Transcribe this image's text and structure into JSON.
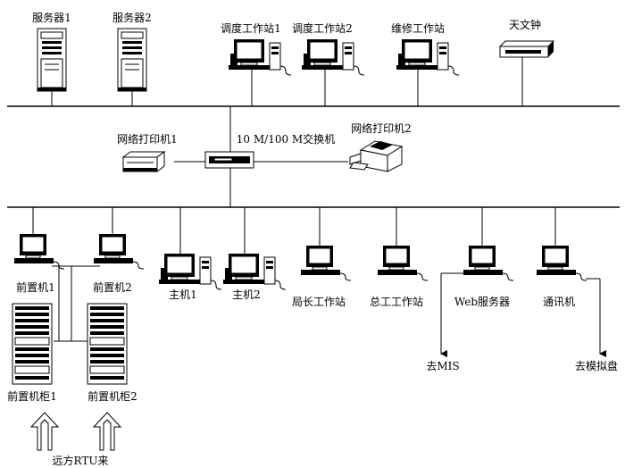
{
  "top_devices": {
    "server1": "服务器1",
    "server2": "服务器2",
    "dispatch1": "调度工作站1",
    "dispatch2": "调度工作站2",
    "maintenance": "维修工作站",
    "clock": "天文钟"
  },
  "middle_devices": {
    "printer1": "网络打印机1",
    "printer2": "网络打印机2",
    "switch": "10 M/100 M交换机"
  },
  "bottom_devices": {
    "fep1": "前置机1",
    "fep2": "前置机2",
    "host1": "主机1",
    "host2": "主机2",
    "director": "局长工作站",
    "chief_engineer": "总工工作站",
    "web_server": "Web服务器",
    "comm": "通讯机",
    "cabinet1": "前置机柜1",
    "cabinet2": "前置机柜2"
  },
  "outputs": {
    "mis": "去MIS",
    "mimic": "去模拟盘",
    "rtu": "远方RTU来"
  }
}
